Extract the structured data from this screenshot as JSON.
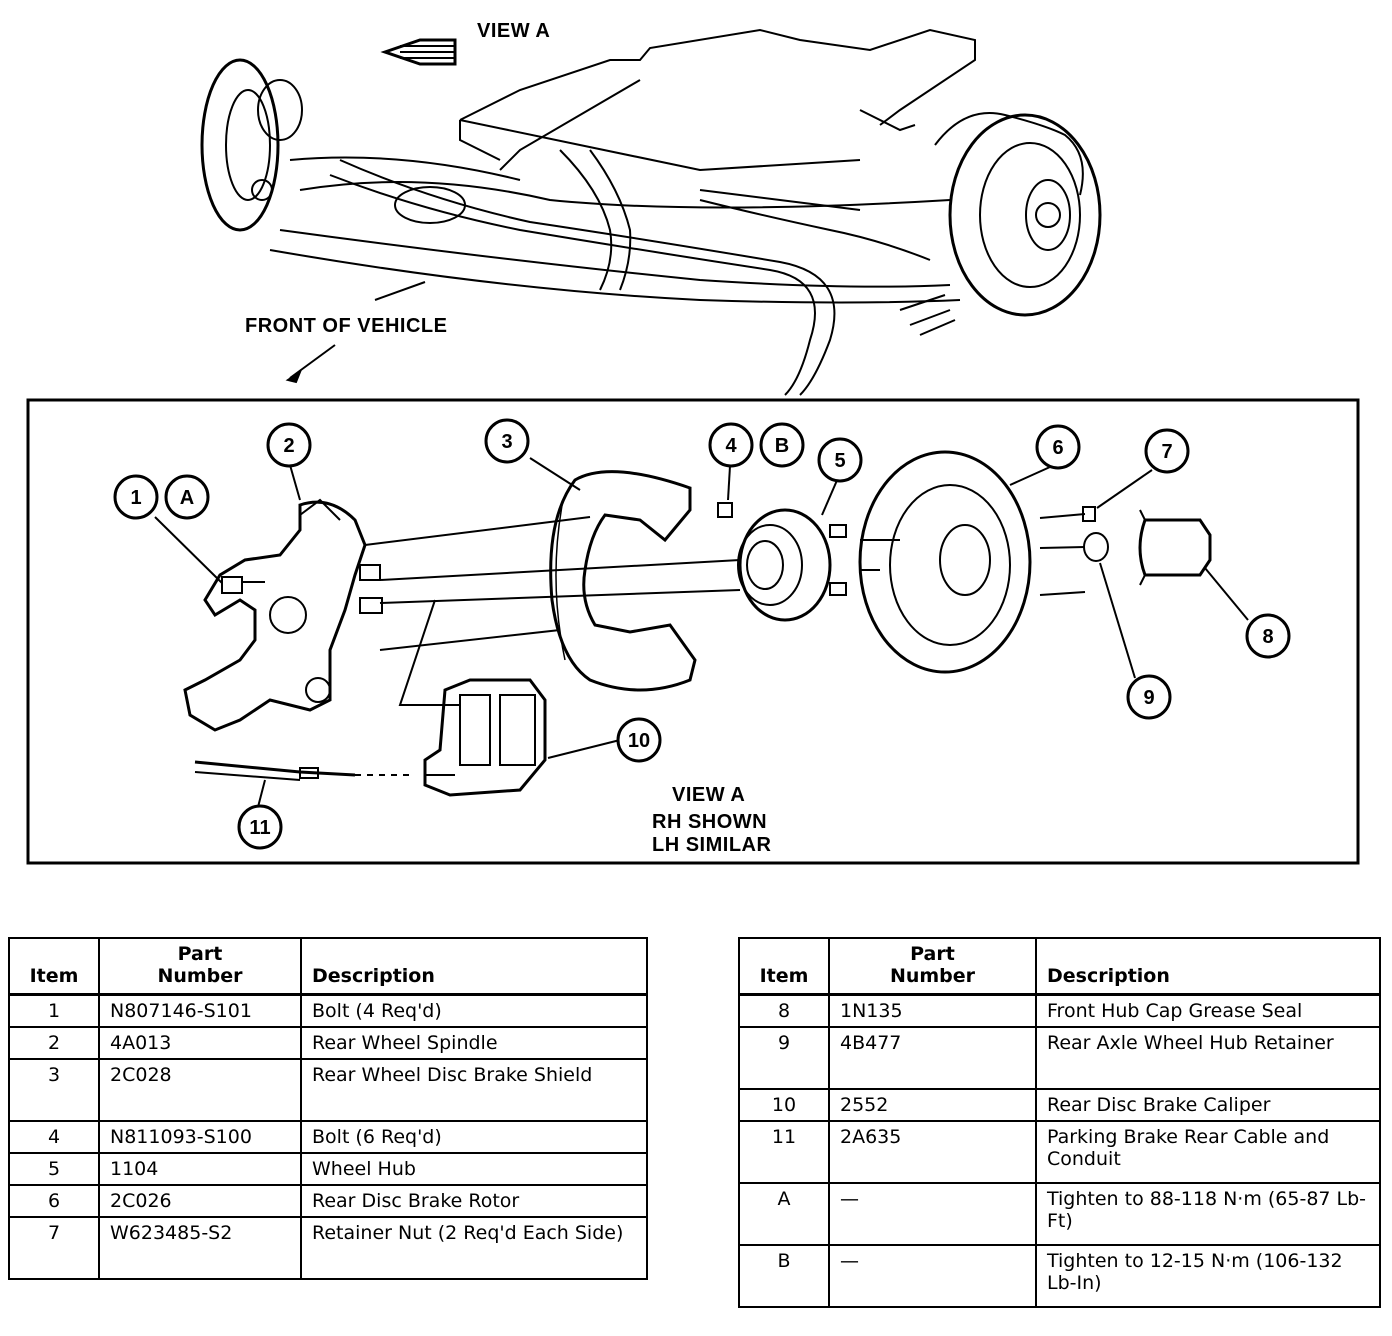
{
  "overview": {
    "view_label": "VIEW A",
    "front_label": "FRONT OF VEHICLE"
  },
  "detail": {
    "view_label": "VIEW A",
    "rh_label": "RH SHOWN",
    "lh_label": "LH SIMILAR",
    "callouts": [
      "1",
      "A",
      "2",
      "3",
      "4",
      "B",
      "5",
      "6",
      "7",
      "8",
      "9",
      "10",
      "11"
    ]
  },
  "table_left": {
    "headers": {
      "item": "Item",
      "part_line1": "Part",
      "part_line2": "Number",
      "description": "Description"
    },
    "rows": [
      {
        "item": "1",
        "part": "N807146-S101",
        "desc": "Bolt (4 Req'd)"
      },
      {
        "item": "2",
        "part": "4A013",
        "desc": "Rear Wheel Spindle"
      },
      {
        "item": "3",
        "part": "2C028",
        "desc": "Rear Wheel Disc Brake Shield"
      },
      {
        "item": "4",
        "part": "N811093-S100",
        "desc": "Bolt (6 Req'd)"
      },
      {
        "item": "5",
        "part": "1104",
        "desc": "Wheel Hub"
      },
      {
        "item": "6",
        "part": "2C026",
        "desc": "Rear Disc Brake Rotor"
      },
      {
        "item": "7",
        "part": "W623485-S2",
        "desc": "Retainer Nut (2 Req'd Each Side)"
      }
    ]
  },
  "table_right": {
    "headers": {
      "item": "Item",
      "part_line1": "Part",
      "part_line2": "Number",
      "description": "Description"
    },
    "rows": [
      {
        "item": "8",
        "part": "1N135",
        "desc": "Front Hub Cap Grease Seal"
      },
      {
        "item": "9",
        "part": "4B477",
        "desc": "Rear Axle Wheel Hub Retainer"
      },
      {
        "item": "10",
        "part": "2552",
        "desc": "Rear Disc Brake Caliper"
      },
      {
        "item": "11",
        "part": "2A635",
        "desc": "Parking Brake Rear Cable and Conduit"
      },
      {
        "item": "A",
        "part": "—",
        "desc": "Tighten to 88-118 N·m (65-87 Lb-Ft)"
      },
      {
        "item": "B",
        "part": "—",
        "desc": "Tighten to 12-15 N·m (106-132 Lb-In)"
      }
    ]
  }
}
